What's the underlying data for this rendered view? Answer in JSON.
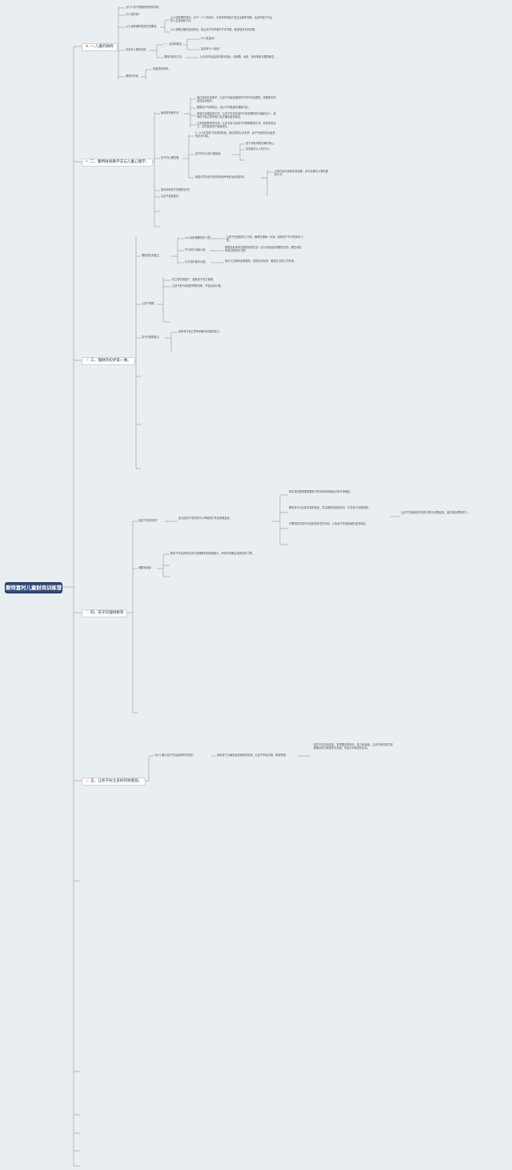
{
  "root": {
    "label": "聚特富时儿童财商训练营"
  },
  "colors": {
    "root_bg": "#2f4a7c",
    "canvas": "#e9eef2",
    "line": "#9aa7b1"
  },
  "branches": [
    {
      "icon": "❀",
      "icon_name": "flower-icon",
      "label": "一.儿童的财商"
    },
    {
      "icon": "✍",
      "icon_name": "pencil-icon",
      "label": "二、聚特财商教学法与儿童心理学。"
    },
    {
      "icon": "☀",
      "icon_name": "sun-icon",
      "label": "三、理财的初步第一课。"
    },
    {
      "icon": "♡",
      "icon_name": "heart-icon",
      "label": "四、孩子的理财教育"
    },
    {
      "icon": "♨",
      "icon_name": "target-icon",
      "label": "五、让孩子树立良好的财富观。"
    }
  ],
  "b1": {
    "a": "为什么孩子需要接受财商训练",
    "b": "什么是财商?",
    "c": "从小培养理财观念的重要性。",
    "c1": "从小培养理财观念，对于一个人的成长、未来的财商能力及生活都有帮助，会影响孩子日后的人生规划和方向。",
    "c2": "从小灌输正确的金钱观念，能让孩子将来避开许多弯路，健康地成长和发展。",
    "d": "未成年人理财训练",
    "d1": "一、金钱的概念",
    "d1a": "什么是金钱？",
    "d1b": "金钱有什么用途？",
    "d2": "理财的基本方法",
    "d2a": "认识钱币及金钱的基本用途，如储蓄、消费、投资等基本理财概念。",
    "e": "理财的作用",
    "e1": "家庭里的财商。"
  },
  "b2": {
    "a": "聚特财商教学法",
    "a1": "通过游戏化的教学，让孩子在轻松愉快的环境中学会理财，掌握基本的金钱运用知识。",
    "a2": "根据孩子年龄特点，设计不同难度的课程内容。",
    "a3": "采用情景模拟的方式，让孩子在实际操作中体验理财的乐趣和意义，培养孩子独立思考能力及正确的金钱观念。",
    "a4": "注重家庭教育的作用，让家长参与到孩子的理财教育中来，形成家校合力，共同促进孩子健康成长。",
    "b": "孩子的心理发展",
    "b0": "1、0-6岁是孩子的感知阶段，通过感官认识世界，孩子开始形成对金钱的初步印象。",
    "b1": "孩子的行为受兴趣驱动",
    "b1a": "孩子对新事物充满好奇心。",
    "b1b": "喜欢模仿大人的行为。",
    "b2": "家庭环境对孩子的财商培养有着深远的影响。",
    "b2a": "父母的言传身教非常重要，孩子会模仿父母的理财方式。",
    "c": "如何培养孩子的理财意识？",
    "d": "让孩子接受挫折。"
  },
  "b3": {
    "a": "理财观念的建立",
    "a1": "从小培养储蓄的好习惯。",
    "a1a": "让孩子知道钱来之不易，懂得珍惜每一分钱，培养孩子节约的良好习惯。",
    "a2": "学习制订消费计划。",
    "a2a": "根据自身需求合理规划零花钱，区分必需品和想要的东西，理性消费，养成记账的好习惯。",
    "a3": "认识钱的基本功能。",
    "a3a": "钱可以交换商品和服务，钱是劳动所得，要用正当的方式获得。",
    "b": "让孩子理财",
    "b1": "设立零花钱账户，鼓励孩子自己管理。",
    "b2": "让孩子参与家庭的购物决策，学会比较价格。",
    "c": "孩子的理财能力",
    "c1": "培养孩子独立思考和解决问题的能力。"
  },
  "b4": {
    "a": "给孩子零花钱吗？",
    "a1": "适当给孩子零花钱可以帮助他们学会管理金钱。",
    "a2a": "零花钱的数额要根据孩子的年龄和家庭经济条件来确定。",
    "a2b": "要和孩子约定零花钱的用途，并定期检查使用情况，引导孩子合理消费。",
    "a2c": "不要把零花钱作为奖励或惩罚的手段，以免孩子形成错误的金钱观念。",
    "a3": "让孩子在使用零花钱的过程中积累经验，逐步提高理财能力。",
    "b": "储蓄和消费",
    "b1": "教孩子学会把零花钱分成储蓄和消费两部分，养成先储蓄后消费的好习惯。"
  },
  "b5": {
    "a": "为什么要从孩子开始培养财富观念？",
    "a1": "培养孩子正确的金钱观和财富观，让孩子学会珍惜，懂得感恩。",
    "a2": "财富不仅仅是金钱，更重要的是知识、能力和品格。让孩子明白财富需要通过努力和智慧去创造，学会分享和回馈社会。"
  }
}
